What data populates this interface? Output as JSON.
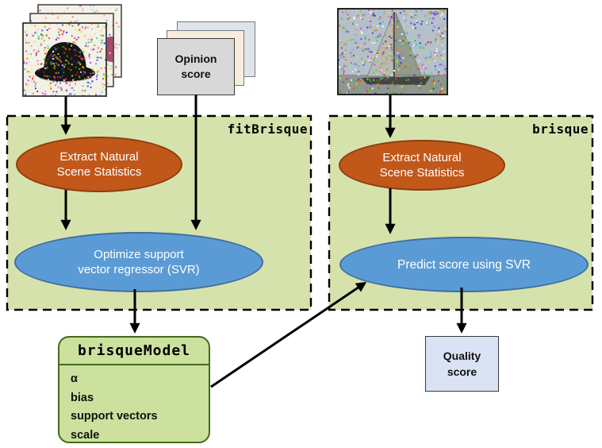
{
  "inputs": {
    "training_images_icon": "noisy-hat-image-stack-icon",
    "opinion_card": {
      "line1": "Opinion",
      "line2": "score"
    },
    "test_image_icon": "noisy-sailboat-image-icon"
  },
  "fit_box": {
    "label": "fitBrisque",
    "extract_line1": "Extract Natural",
    "extract_line2": "Scene Statistics",
    "optimize_line1": "Optimize support",
    "optimize_line2": "vector regressor (SVR)"
  },
  "predict_box": {
    "label": "brisque",
    "extract_line1": "Extract Natural",
    "extract_line2": "Scene Statistics",
    "predict_label": "Predict score using SVR"
  },
  "model_box": {
    "title": "brisqueModel",
    "items": [
      "α",
      "bias",
      "support vectors",
      "scale"
    ]
  },
  "output_box": {
    "line1": "Quality",
    "line2": "score"
  },
  "colors": {
    "panel_green": "#d6e2ac",
    "model_green": "#cbe19d",
    "model_border": "#46691c",
    "nss_orange": "#c2571a",
    "nss_orange_border": "#8c3e0e",
    "svr_blue": "#5b9bd5",
    "svr_blue_border": "#3f6f9e",
    "quality_blue": "#dae3f3",
    "opinion_gray": "#d8d8d8",
    "card_cream": "#f8ecdc",
    "card_blue": "#dde4ec",
    "arrow": "#000000"
  }
}
